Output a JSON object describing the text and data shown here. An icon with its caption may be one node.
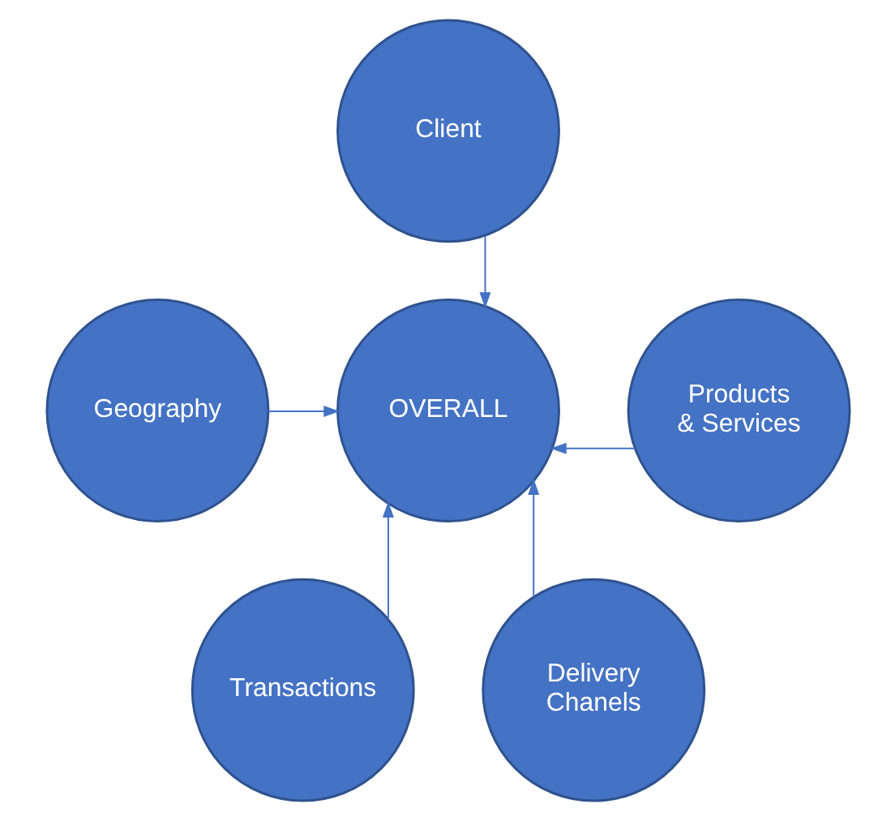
{
  "diagram": {
    "nodes": [
      {
        "text": [
          "Client"
        ]
      },
      {
        "text": [
          "Geography"
        ]
      },
      {
        "text": [
          "OVERALL"
        ]
      },
      {
        "text": [
          "Products & Services"
        ]
      },
      {
        "text": [
          "Transactions"
        ]
      },
      {
        "text": [
          "Delivery Chanels"
        ]
      }
    ],
    "edges": [
      {
        "from": 0,
        "to": 2,
        "arrow": "to"
      },
      {
        "from": 1,
        "to": 2,
        "arrow": "to"
      },
      {
        "from": 3,
        "to": 2,
        "arrow": "to"
      },
      {
        "from": 4,
        "to": 2,
        "arrow": "to"
      },
      {
        "from": 5,
        "to": 2,
        "arrow": "to"
      }
    ]
  }
}
